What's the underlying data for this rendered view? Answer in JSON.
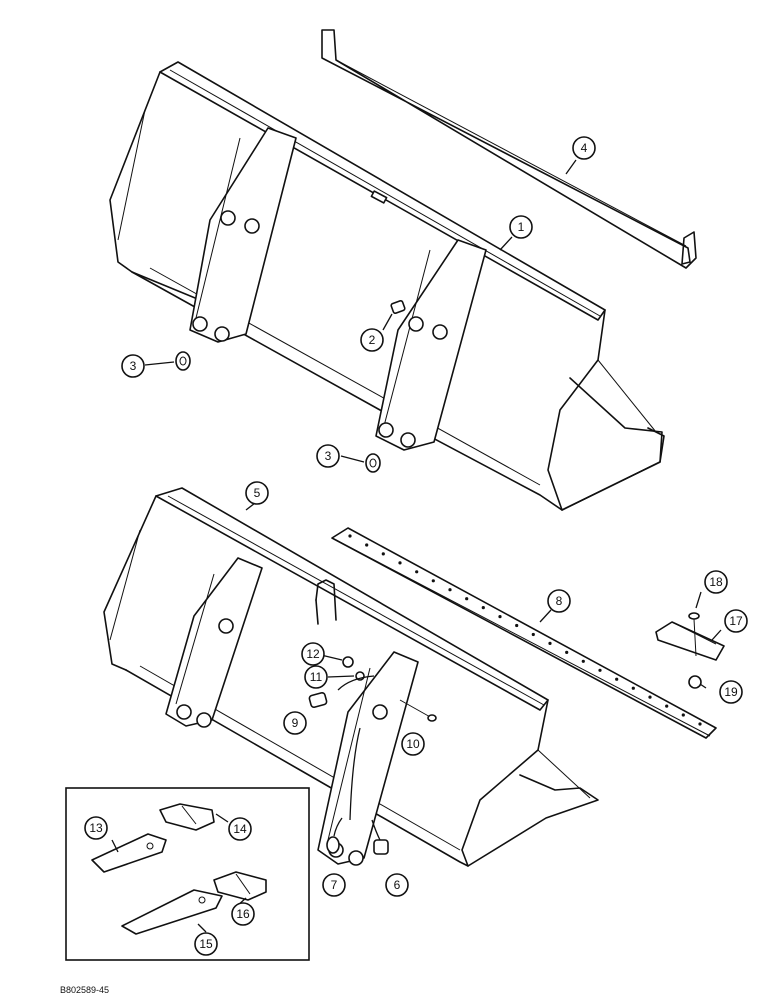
{
  "drawing": {
    "reference": "B802589-45"
  },
  "callouts": [
    {
      "label": "1"
    },
    {
      "label": "2"
    },
    {
      "label": "3"
    },
    {
      "label": "3"
    },
    {
      "label": "4"
    },
    {
      "label": "5"
    },
    {
      "label": "6"
    },
    {
      "label": "7"
    },
    {
      "label": "8"
    },
    {
      "label": "9"
    },
    {
      "label": "10"
    },
    {
      "label": "11"
    },
    {
      "label": "12"
    },
    {
      "label": "13"
    },
    {
      "label": "14"
    },
    {
      "label": "15"
    },
    {
      "label": "16"
    },
    {
      "label": "17"
    },
    {
      "label": "18"
    },
    {
      "label": "19"
    }
  ]
}
